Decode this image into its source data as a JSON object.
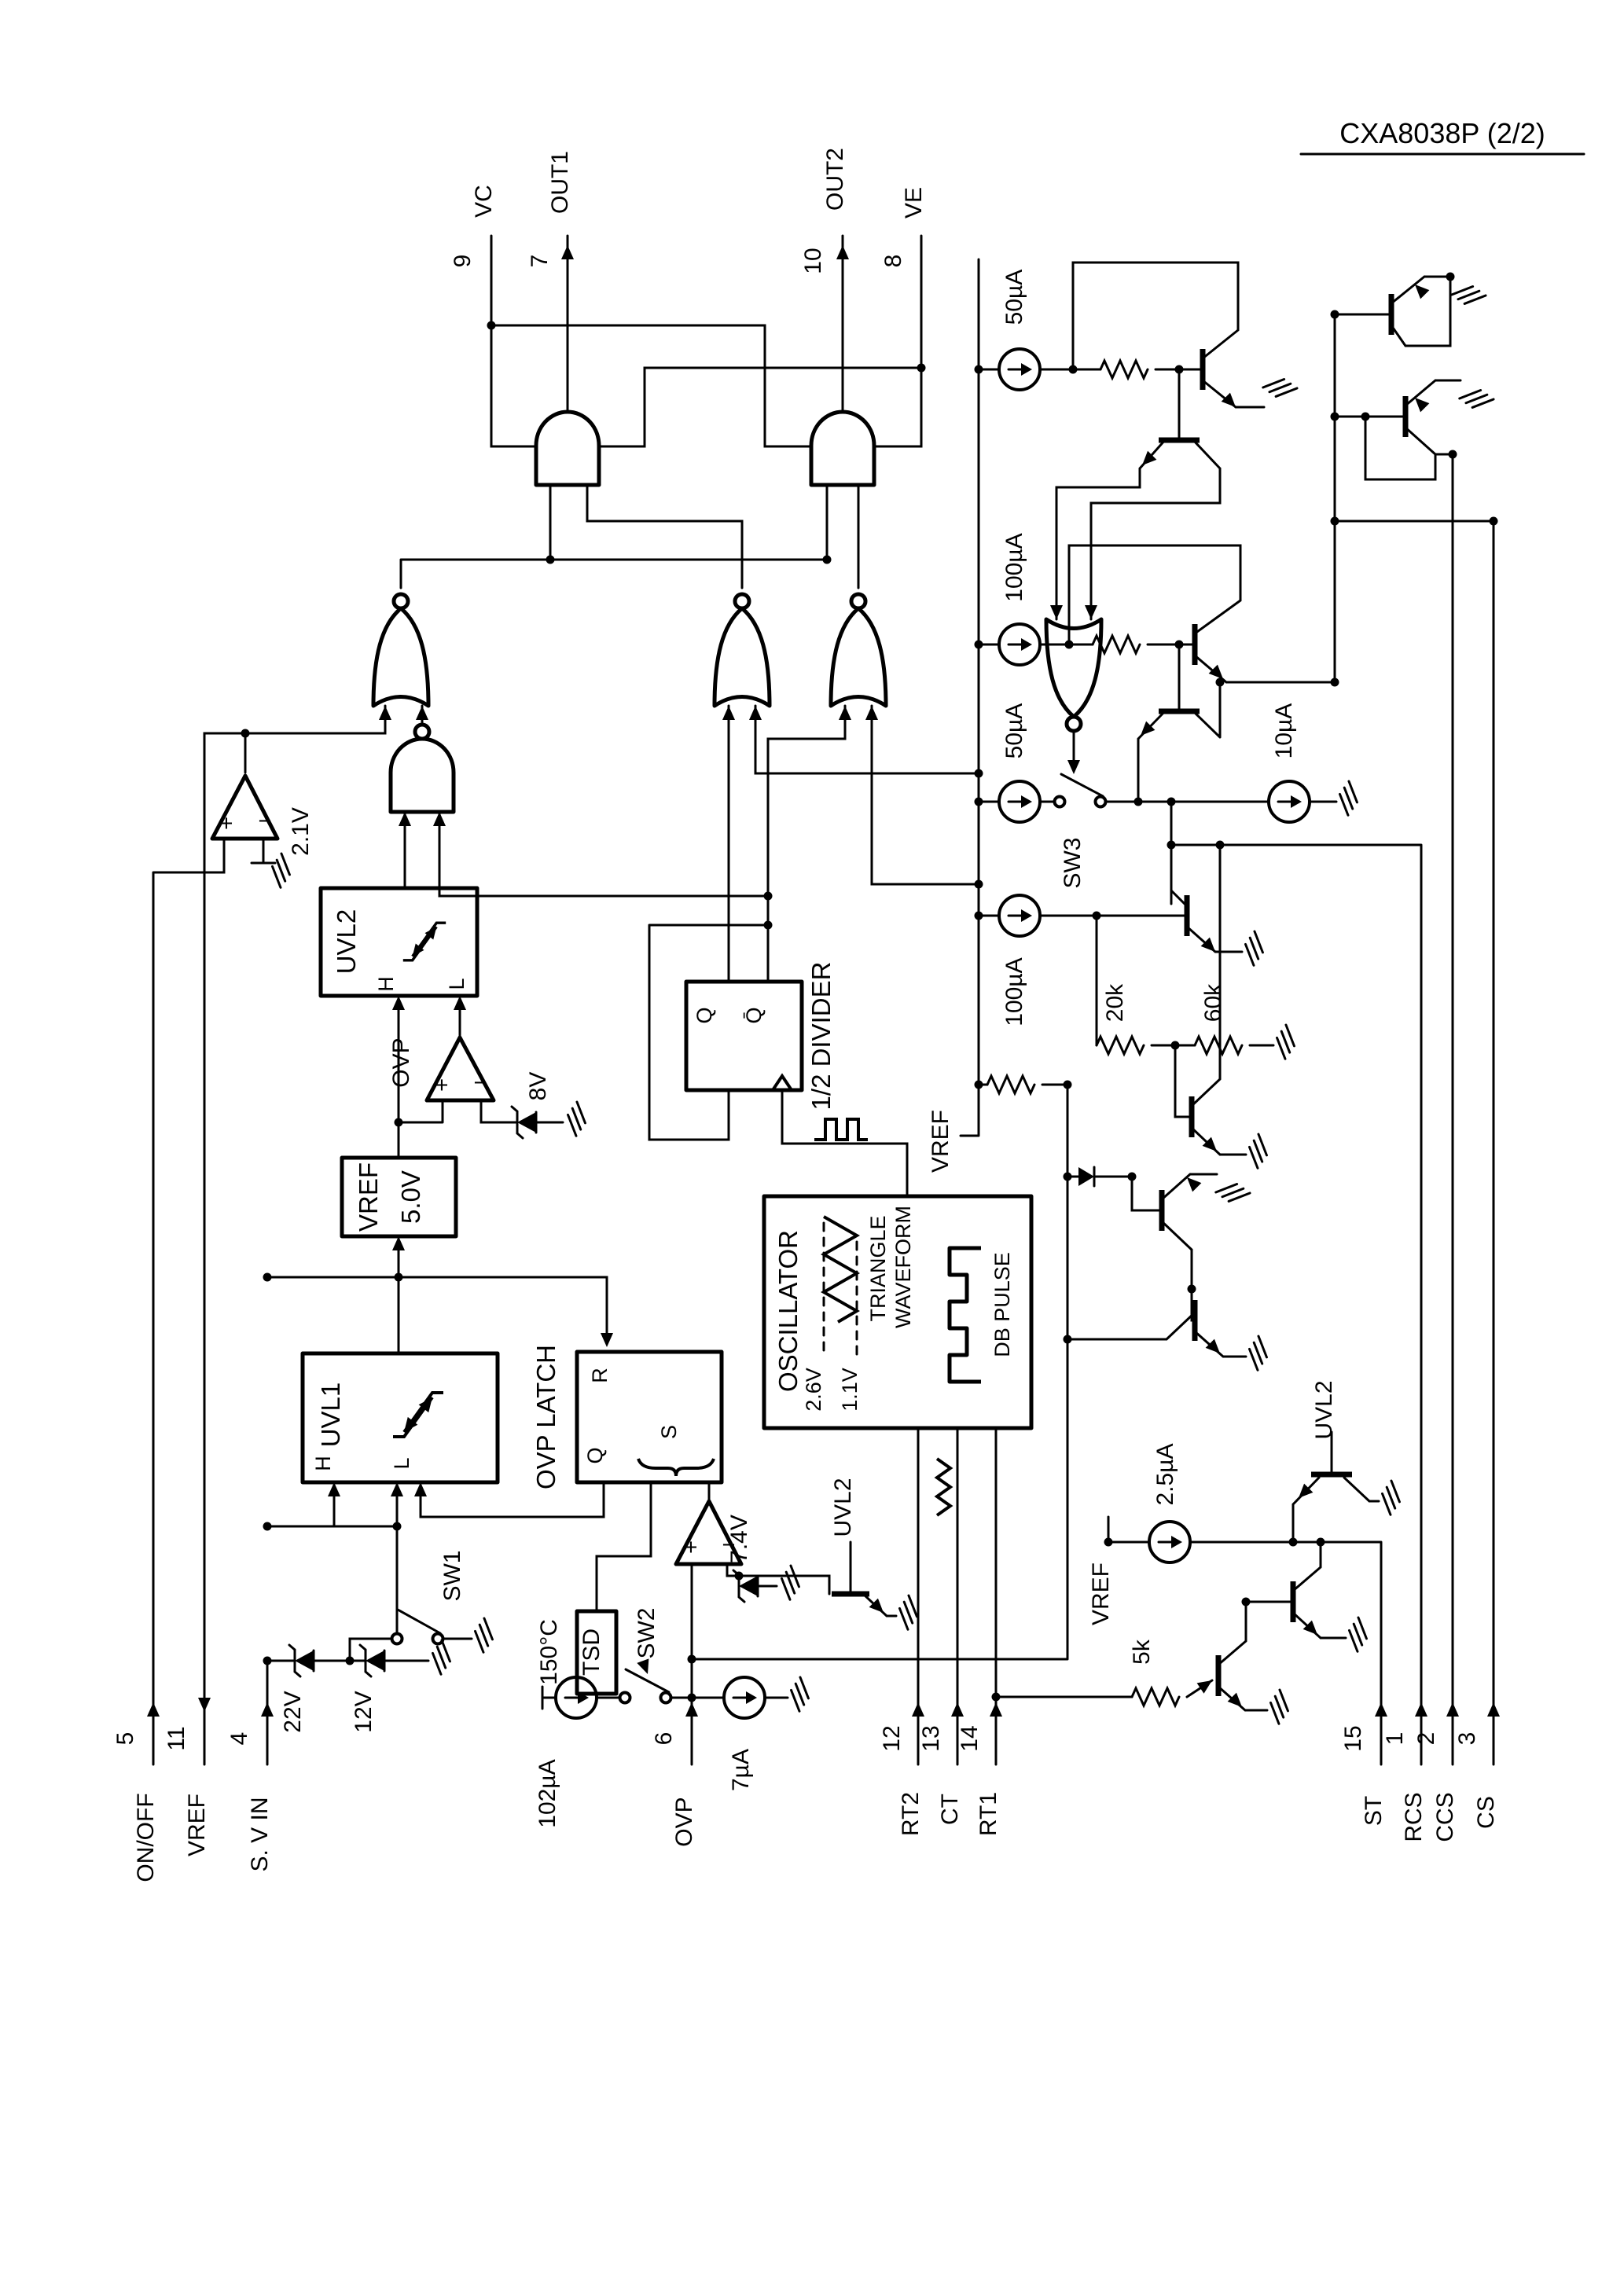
{
  "title": "CXA8038P (2/2)",
  "colors": {
    "line": "#000000",
    "background": "#ffffff"
  },
  "pins": {
    "vc": {
      "num": "9",
      "name": "VC"
    },
    "out1": {
      "num": "7",
      "name": "OUT1"
    },
    "out2": {
      "num": "10",
      "name": "OUT2"
    },
    "ve": {
      "num": "8",
      "name": "VE"
    },
    "onoff": {
      "num": "5",
      "name": "ON/OFF"
    },
    "vref": {
      "num": "11",
      "name": "VREF"
    },
    "svin": {
      "num": "4",
      "name": "S. V IN"
    },
    "ovp": {
      "num": "6",
      "name": "OVP"
    },
    "rt2": {
      "num": "12",
      "name": "RT2"
    },
    "ct": {
      "num": "13",
      "name": "CT"
    },
    "rt1": {
      "num": "14",
      "name": "RT1"
    },
    "st": {
      "num": "15",
      "name": "ST"
    },
    "rcs": {
      "num": "1",
      "name": "RCS"
    },
    "ccs": {
      "num": "2",
      "name": "CCS"
    },
    "cs": {
      "num": "3",
      "name": "CS"
    }
  },
  "blocks": {
    "uvl1": {
      "label": "UVL1",
      "h": "H",
      "l": "L"
    },
    "uvl2": {
      "label": "UVL2",
      "h": "H",
      "l": "L"
    },
    "vref5": {
      "line1": "VREF",
      "line2": "5.0V"
    },
    "ovp_latch": {
      "label": "OVP LATCH",
      "r": "R",
      "q": "Q",
      "s": "S"
    },
    "tsd": {
      "label": "TSD",
      "temp": "150°C"
    },
    "divider": {
      "label": "1/2 DIVIDER",
      "q": "Q",
      "qbar": "Q̄"
    },
    "oscillator": {
      "label": "OSCILLATOR",
      "level_high": "2.6V",
      "level_low": "1.1V",
      "wave1": "TRIANGLE",
      "wave2": "WAVEFORM",
      "pulse": "DB PULSE"
    }
  },
  "values": {
    "comp_ref": "2.1V",
    "zener8": "8V",
    "zener22": "22V",
    "zener12": "12V",
    "zener74": "7.4V",
    "i102": "102µA",
    "i7": "7µA",
    "i50_top": "50µA",
    "i100_top": "100µA",
    "i50_mid": "50µA",
    "i10": "10µA",
    "i100_mid": "100µA",
    "r20k": "20k",
    "r60k": "60k",
    "r5k": "5k",
    "i25": "2.5µA",
    "vref_rail": "VREF",
    "vref_stub": "VREF",
    "uvl2_t1": "UVL2",
    "uvl2_t2": "UVL2",
    "ovp_comp": "OVP"
  },
  "switches": {
    "sw1": "SW1",
    "sw2": "SW2",
    "sw3": "SW3"
  },
  "symbols": {
    "plus": "+",
    "minus": "−"
  }
}
